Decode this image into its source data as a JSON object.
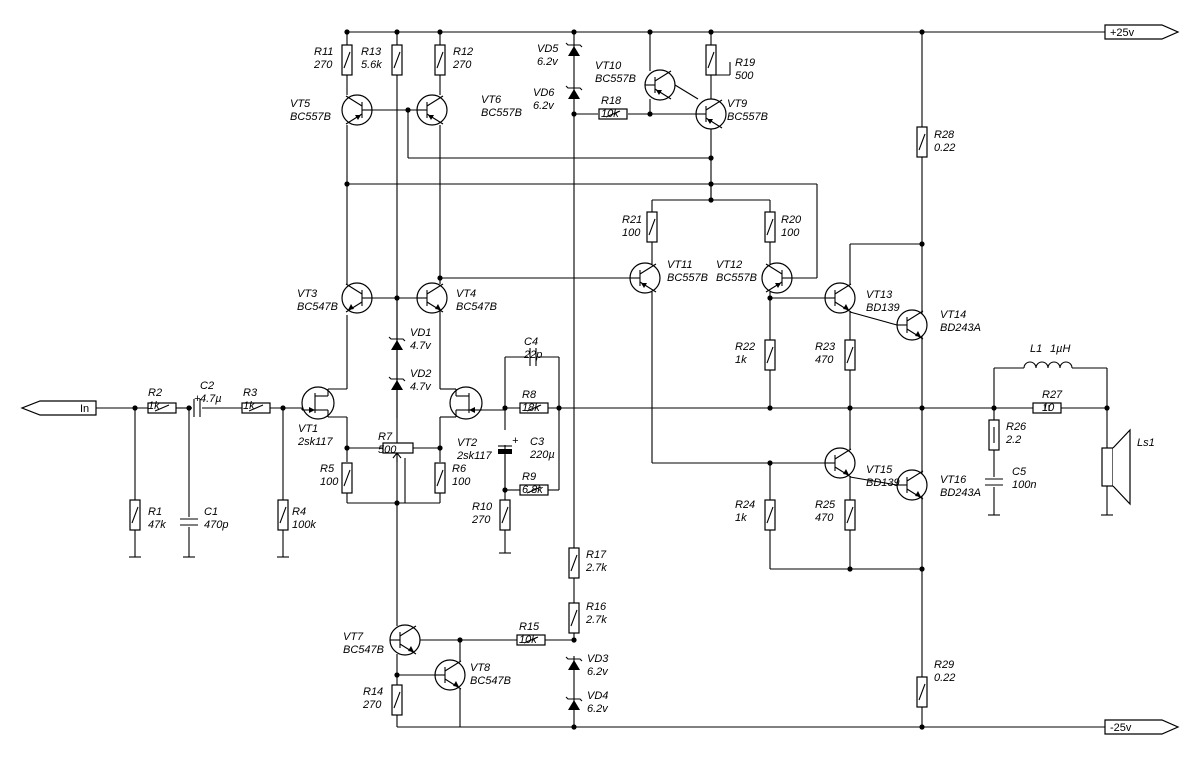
{
  "supply": {
    "pos": "+25v",
    "neg": "-25v"
  },
  "input_label": "In",
  "components": {
    "R1": [
      "R1",
      "47k"
    ],
    "R2": [
      "R2",
      "1k"
    ],
    "R3": [
      "R3",
      "1k"
    ],
    "R4": [
      "R4",
      "100k"
    ],
    "R5": [
      "R5",
      "100"
    ],
    "R6": [
      "R6",
      "100"
    ],
    "R7": [
      "R7",
      "500"
    ],
    "R8": [
      "R8",
      "18k"
    ],
    "R9": [
      "R9",
      "6.8k"
    ],
    "R10": [
      "R10",
      "270"
    ],
    "R11": [
      "R11",
      "270"
    ],
    "R12": [
      "R12",
      "270"
    ],
    "R13": [
      "R13",
      "5.6k"
    ],
    "R14": [
      "R14",
      "270"
    ],
    "R15": [
      "R15",
      "10k"
    ],
    "R16": [
      "R16",
      "2.7k"
    ],
    "R17": [
      "R17",
      "2.7k"
    ],
    "R18": [
      "R18",
      "10k"
    ],
    "R19": [
      "R19",
      "500"
    ],
    "R20": [
      "R20",
      "100"
    ],
    "R21": [
      "R21",
      "100"
    ],
    "R22": [
      "R22",
      "1k"
    ],
    "R23": [
      "R23",
      "470"
    ],
    "R24": [
      "R24",
      "1k"
    ],
    "R25": [
      "R25",
      "470"
    ],
    "R26": [
      "R26",
      "2.2"
    ],
    "R27": [
      "R27",
      "10"
    ],
    "R28": [
      "R28",
      "0.22"
    ],
    "R29": [
      "R29",
      "0.22"
    ],
    "C1": [
      "C1",
      "470p"
    ],
    "C2": [
      "C2",
      "4.7µ"
    ],
    "C3": [
      "C3",
      "220µ"
    ],
    "C4": [
      "C4",
      "22p"
    ],
    "C5": [
      "C5",
      "100n"
    ],
    "VD1": [
      "VD1",
      "4.7v"
    ],
    "VD2": [
      "VD2",
      "4.7v"
    ],
    "VD3": [
      "VD3",
      "6.2v"
    ],
    "VD4": [
      "VD4",
      "6.2v"
    ],
    "VD5": [
      "VD5",
      "6.2v"
    ],
    "VD6": [
      "VD6",
      "6.2v"
    ],
    "VT1": [
      "VT1",
      "2sk117"
    ],
    "VT2": [
      "VT2",
      "2sk117"
    ],
    "VT3": [
      "VT3",
      "BC547B"
    ],
    "VT4": [
      "VT4",
      "BC547B"
    ],
    "VT5": [
      "VT5",
      "BC557B"
    ],
    "VT6": [
      "VT6",
      "BC557B"
    ],
    "VT7": [
      "VT7",
      "BC547B"
    ],
    "VT8": [
      "VT8",
      "BC547B"
    ],
    "VT9": [
      "VT9",
      "BC557B"
    ],
    "VT10": [
      "VT10",
      "BC557B"
    ],
    "VT11": [
      "VT11",
      "BC557B"
    ],
    "VT12": [
      "VT12",
      "BC557B"
    ],
    "VT13": [
      "VT13",
      "BD139"
    ],
    "VT14": [
      "VT14",
      "BD243A"
    ],
    "VT15": [
      "VT15",
      "BD139"
    ],
    "VT16": [
      "VT16",
      "BD243A"
    ],
    "L1": [
      "L1",
      "1µH"
    ],
    "Ls1": [
      "Ls1",
      ""
    ]
  }
}
